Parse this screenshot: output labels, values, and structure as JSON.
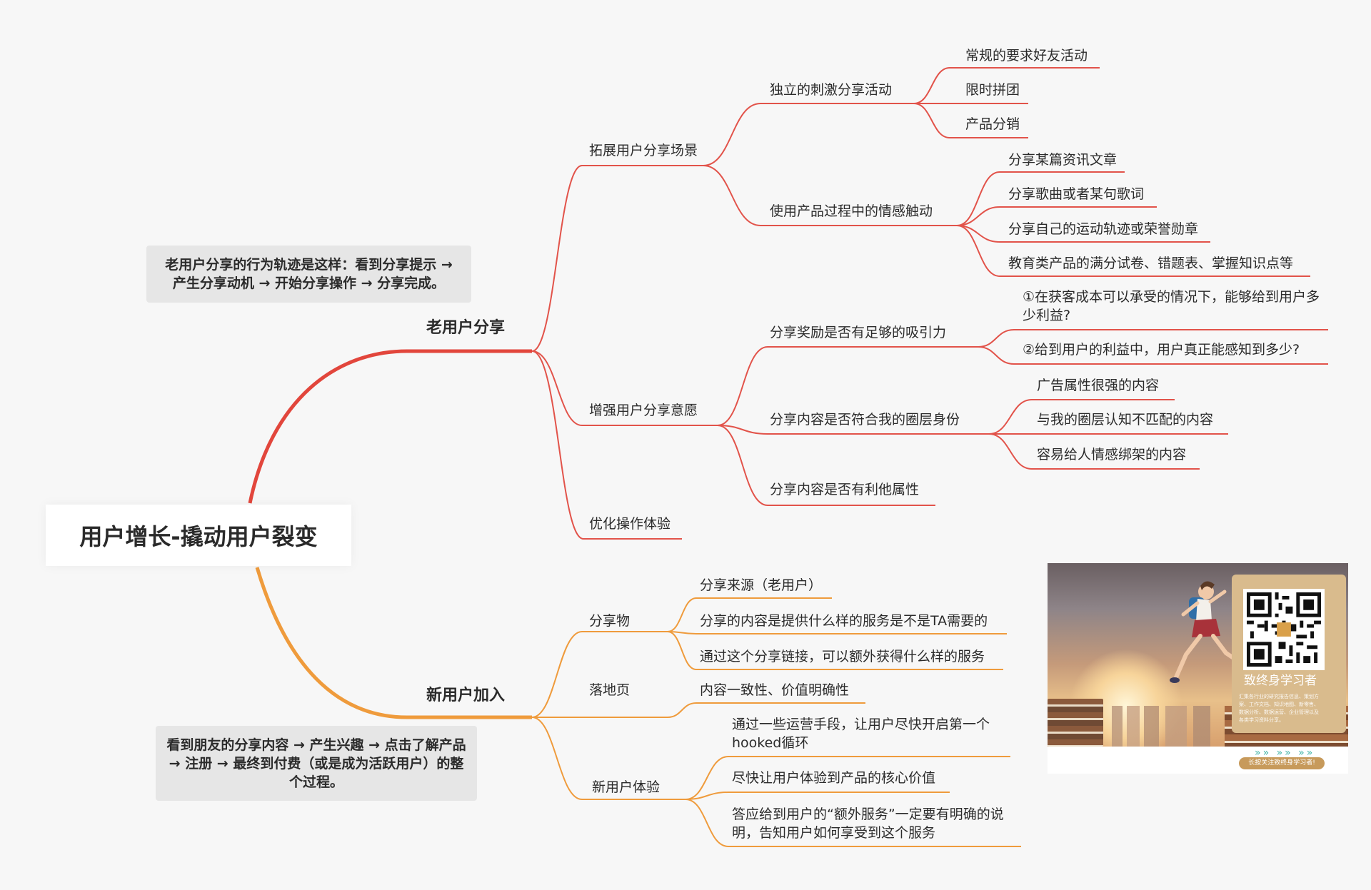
{
  "mindmap": {
    "root": "用户增长-撬动用户裂变",
    "old_user": {
      "title": "老用户分享",
      "note": "老用户分享的行为轨迹是这样：看到分享提示 → 产生分享动机 → 开始分享操作 → 分享完成。",
      "expand": {
        "title": "拓展用户分享场景",
        "independent": {
          "title": "独立的刺激分享活动",
          "items": [
            "常规的要求好友活动",
            "限时拼团",
            "产品分销"
          ]
        },
        "emotion": {
          "title": "使用产品过程中的情感触动",
          "items": [
            "分享某篇资讯文章",
            "分享歌曲或者某句歌词",
            "分享自己的运动轨迹或荣誉勋章",
            "教育类产品的满分试卷、错题表、掌握知识点等"
          ]
        }
      },
      "enhance": {
        "title": "增强用户分享意愿",
        "reward": {
          "title": "分享奖励是否有足够的吸引力",
          "items": [
            "①在获客成本可以承受的情况下，能够给到用户多少利益?",
            "②给到用户的利益中，用户真正能感知到多少?"
          ]
        },
        "identity": {
          "title": "分享内容是否符合我的圈层身份",
          "items": [
            "广告属性很强的内容",
            "与我的圈层认知不匹配的内容",
            "容易给人情感绑架的内容"
          ]
        },
        "altruism": {
          "title": "分享内容是否有利他属性"
        }
      },
      "optimize": {
        "title": "优化操作体验"
      }
    },
    "new_user": {
      "title": "新用户加入",
      "note": "看到朋友的分享内容 → 产生兴趣 → 点击了解产品 → 注册 → 最终到付费（或是成为活跃用户）的整个过程。",
      "shared": {
        "title": "分享物",
        "items": [
          "分享来源（老用户）",
          "分享的内容是提供什么样的服务是不是TA需要的",
          "通过这个分享链接，可以额外获得什么样的服务"
        ]
      },
      "landing": {
        "title": "落地页",
        "items": [
          "内容一致性、价值明确性"
        ]
      },
      "experience": {
        "title": "新用户体验",
        "items": [
          "通过一些运营手段，让用户尽快开启第一个hooked循环",
          "尽快让用户体验到产品的核心价值",
          "答应给到用户的“额外服务”一定要有明确的说明，告知用户如何享受到这个服务"
        ]
      }
    }
  },
  "promo": {
    "title": "致终身学习者",
    "body": "汇集各行业的研究报告信息、策划方案、工作文档、知识地图、新零售、数据分析、数据运营、企业管理以及各类学习资料分享。",
    "cta": "长按关注致终身学习者!"
  },
  "colors": {
    "old_branch": "#e24a3b",
    "new_branch": "#ef9b3c",
    "background": "#f7f7f7",
    "note_bg": "#e6e6e6"
  }
}
